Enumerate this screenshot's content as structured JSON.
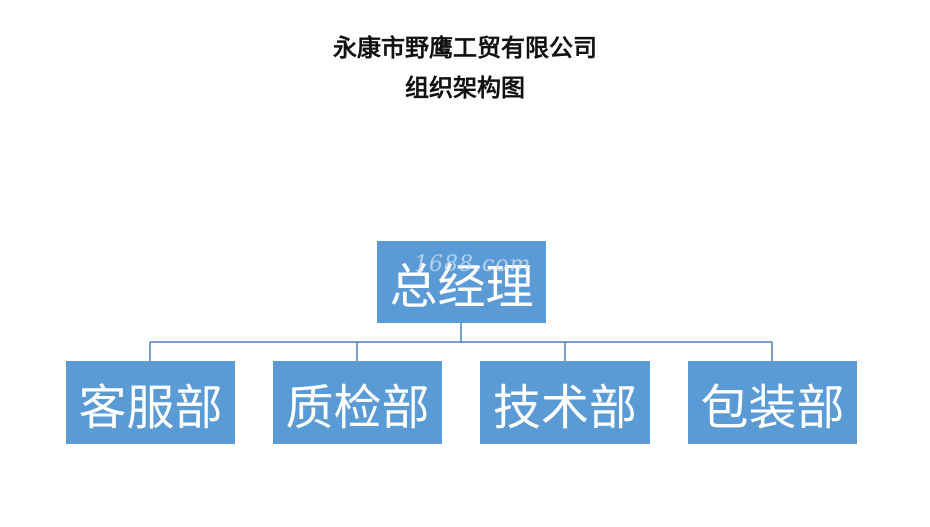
{
  "title": {
    "line1": "永康市野鹰工贸有限公司",
    "line2": "组织架构图"
  },
  "org_chart": {
    "root": "总经理",
    "departments": [
      "客服部",
      "质检部",
      "技术部",
      "包装部"
    ]
  },
  "watermark": "1688.com",
  "colors": {
    "node_fill": "#5b9bd5",
    "node_text": "#ffffff",
    "connector": "#4a7ebb",
    "title_text": "#111111"
  }
}
